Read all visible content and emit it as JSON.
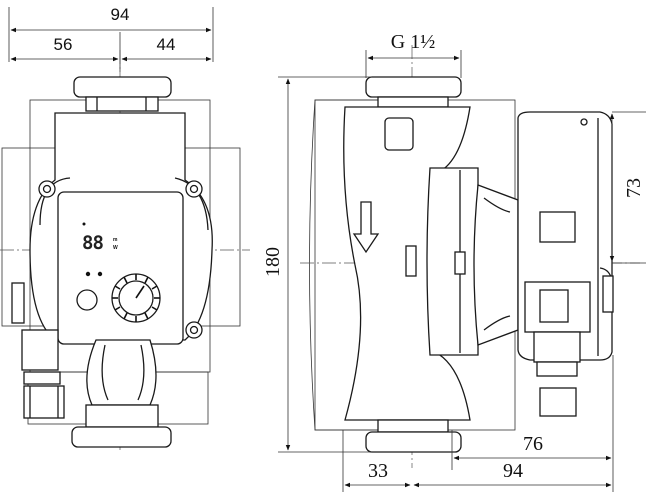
{
  "front_view": {
    "dim_total_width": "94",
    "dim_left_part": "56",
    "dim_right_part": "44",
    "display_digits": "88",
    "display_unit_top": "m",
    "display_unit_bottom": "W"
  },
  "side_view": {
    "dim_thread": "G 1½",
    "dim_height": "180",
    "dim_motor_height": "73",
    "dim_inlet_offset": "33",
    "dim_overall_depth": "94",
    "dim_motor_depth": "76"
  }
}
